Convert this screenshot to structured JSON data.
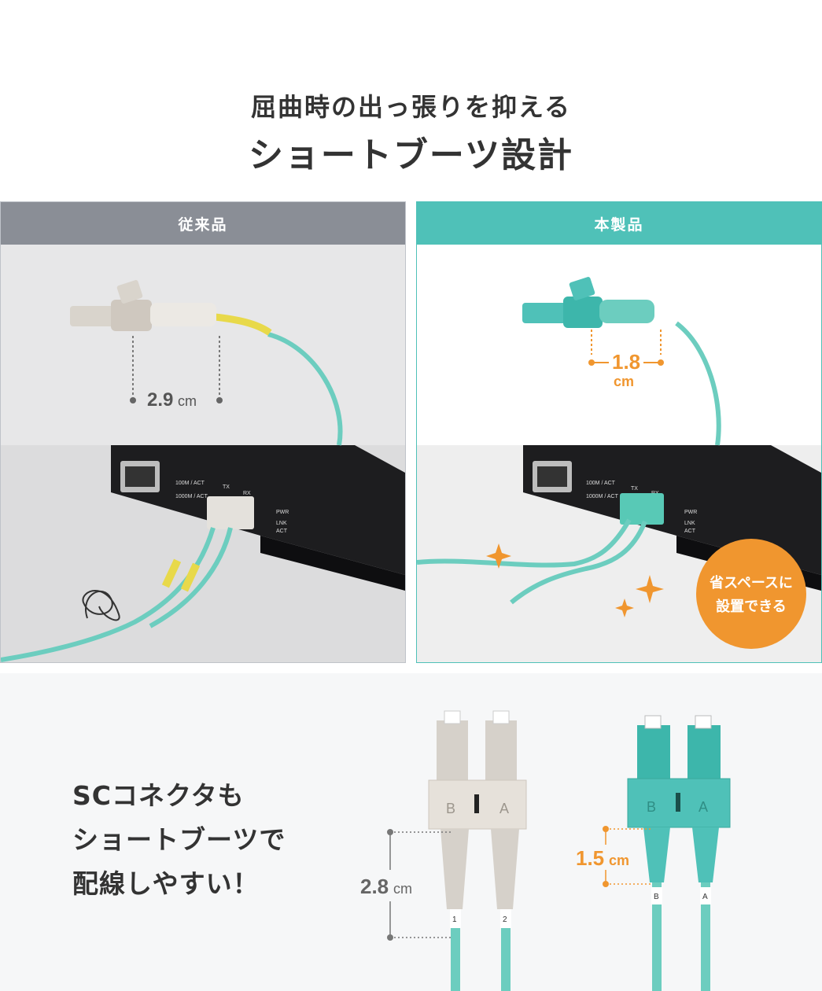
{
  "heading": {
    "subtitle": "屈曲時の出っ張りを抑える",
    "title": "ショートブーツ設計"
  },
  "comparison": {
    "conventional": {
      "label": "従来品",
      "boot_length": "2.9",
      "boot_unit": "cm"
    },
    "product": {
      "label": "本製品",
      "boot_length": "1.8",
      "boot_unit": "cm",
      "badge_line1": "省スペースに",
      "badge_line2": "設置できる"
    }
  },
  "device_labels": {
    "port_100m": "100M / ACT",
    "port_1000m": "1000M / ACT",
    "tx": "TX",
    "rx": "RX",
    "pwr": "PWR",
    "lnk": "LNK",
    "act": "ACT"
  },
  "sc_section": {
    "line1": "SCコネクタも",
    "line2": "ショートブーツで",
    "line3": "配線しやすい！",
    "conventional_length": "2.8",
    "conventional_unit": "cm",
    "product_length": "1.5",
    "product_unit": "cm",
    "label_b": "B",
    "label_a": "A",
    "label_1": "1",
    "label_2": "2"
  },
  "colors": {
    "accent_orange": "#f0962f",
    "teal": "#4fc1b8",
    "aqua_cable": "#6ccdbf",
    "gray_header": "#8a8e96"
  }
}
